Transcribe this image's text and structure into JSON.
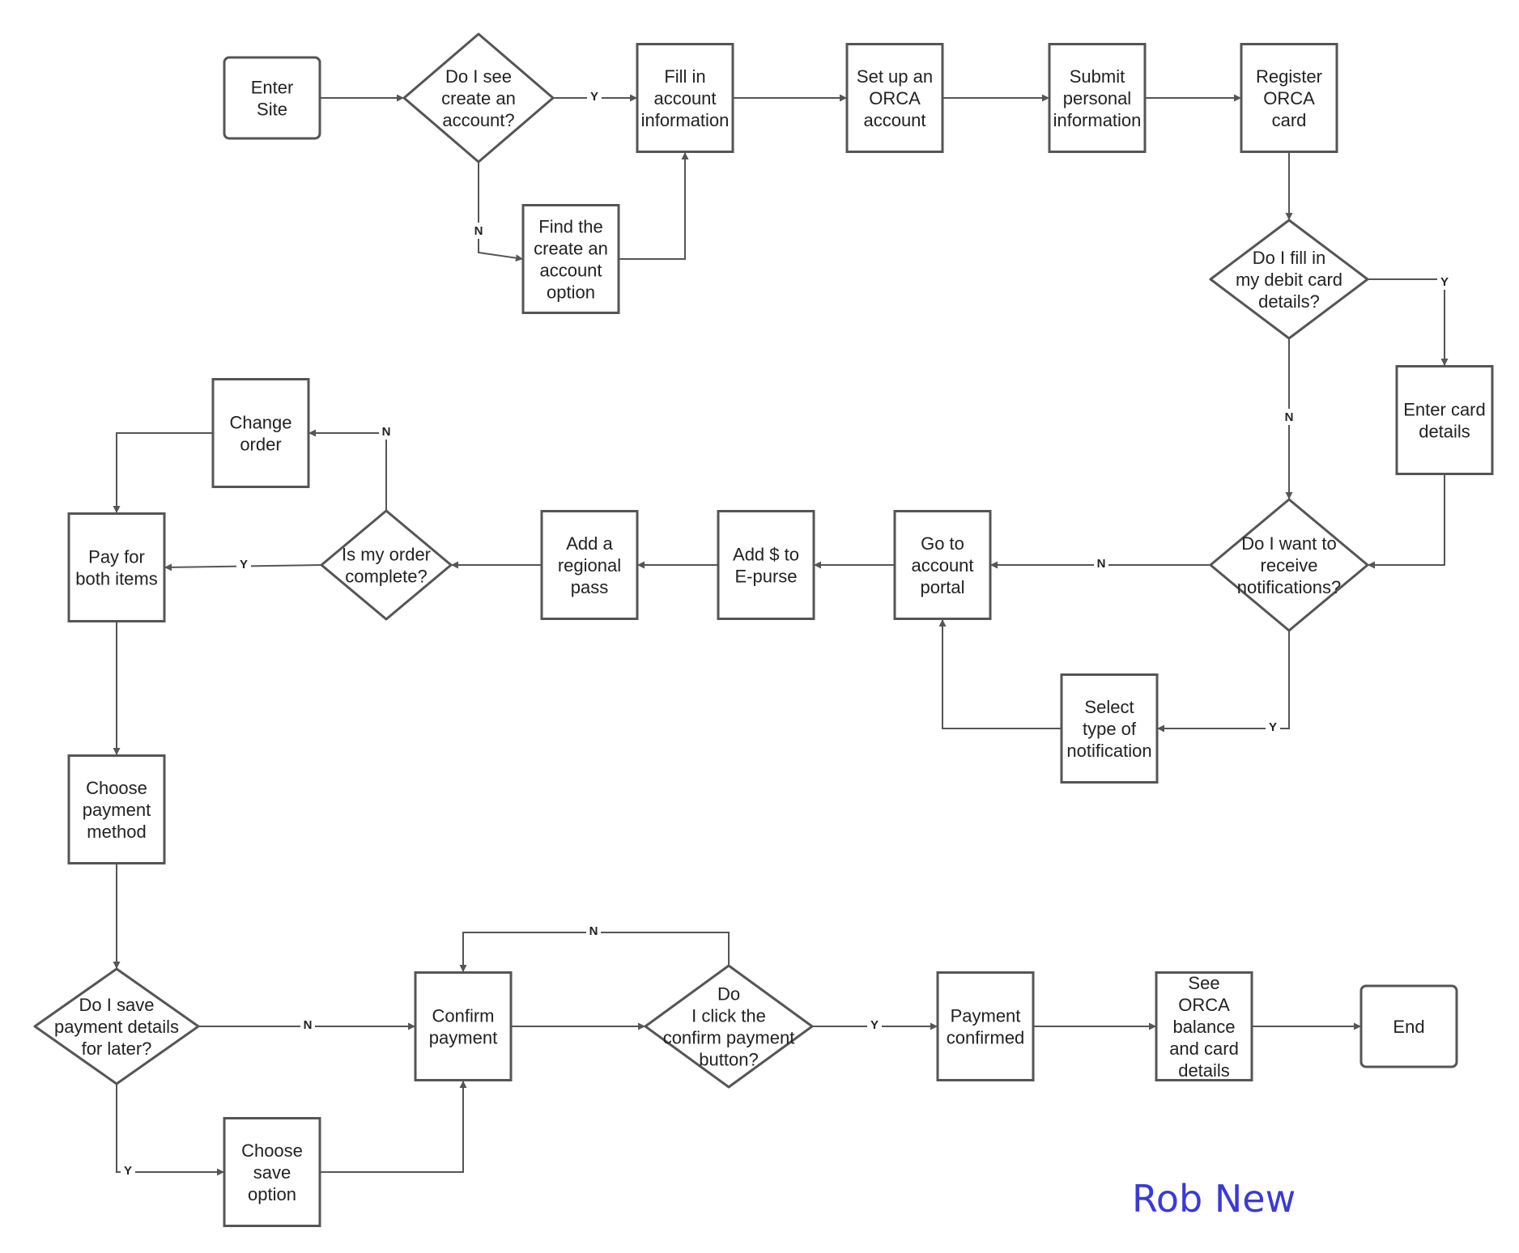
{
  "author": "Rob New",
  "colors": {
    "stroke": "#555555",
    "text": "#222222",
    "author": "#3a3ad8",
    "background": "#ffffff"
  },
  "nodes": [
    {
      "id": "enter-site",
      "shape": "rounded",
      "lines": [
        "Enter",
        "Site"
      ]
    },
    {
      "id": "q-see-create",
      "shape": "diamond",
      "lines": [
        "Do I see",
        "create an",
        "account?"
      ]
    },
    {
      "id": "fill-account-info",
      "shape": "rect",
      "lines": [
        "Fill in",
        "account",
        "information"
      ]
    },
    {
      "id": "find-create-option",
      "shape": "rect",
      "lines": [
        "Find the",
        "create an",
        "account",
        "option"
      ]
    },
    {
      "id": "set-up-orca",
      "shape": "rect",
      "lines": [
        "Set up an",
        "ORCA",
        "account"
      ]
    },
    {
      "id": "submit-personal-info",
      "shape": "rect",
      "lines": [
        "Submit",
        "personal",
        "information"
      ]
    },
    {
      "id": "register-orca-card",
      "shape": "rect",
      "lines": [
        "Register",
        "ORCA",
        "card"
      ]
    },
    {
      "id": "q-debit-card",
      "shape": "diamond",
      "lines": [
        "Do I fill in",
        "my debit card",
        "details?"
      ]
    },
    {
      "id": "enter-card-details",
      "shape": "rect",
      "lines": [
        "Enter card",
        "details"
      ]
    },
    {
      "id": "q-notifications",
      "shape": "diamond",
      "lines": [
        "Do I want to",
        "receive",
        "notifications?"
      ]
    },
    {
      "id": "select-notification-type",
      "shape": "rect",
      "lines": [
        "Select",
        "type of",
        "notification"
      ]
    },
    {
      "id": "go-account-portal",
      "shape": "rect",
      "lines": [
        "Go to",
        "account",
        "portal"
      ]
    },
    {
      "id": "add-epurse",
      "shape": "rect",
      "lines": [
        "Add $ to",
        "E-purse"
      ]
    },
    {
      "id": "add-regional-pass",
      "shape": "rect",
      "lines": [
        "Add a",
        "regional",
        "pass"
      ]
    },
    {
      "id": "q-order-complete",
      "shape": "diamond",
      "lines": [
        "Is my order",
        "complete?"
      ]
    },
    {
      "id": "change-order",
      "shape": "rect",
      "lines": [
        "Change",
        "order"
      ]
    },
    {
      "id": "pay-both-items",
      "shape": "rect",
      "lines": [
        "Pay for",
        "both items"
      ]
    },
    {
      "id": "choose-payment-method",
      "shape": "rect",
      "lines": [
        "Choose",
        "payment",
        "method"
      ]
    },
    {
      "id": "q-save-payment",
      "shape": "diamond",
      "lines": [
        "Do I save",
        "payment details",
        "for later?"
      ]
    },
    {
      "id": "choose-save-option",
      "shape": "rect",
      "lines": [
        "Choose",
        "save",
        "option"
      ]
    },
    {
      "id": "confirm-payment",
      "shape": "rect",
      "lines": [
        "Confirm",
        "payment"
      ]
    },
    {
      "id": "q-click-confirm",
      "shape": "diamond",
      "lines": [
        "Do",
        "I click the",
        "confirm payment",
        "button?"
      ]
    },
    {
      "id": "payment-confirmed",
      "shape": "rect",
      "lines": [
        "Payment",
        "confirmed"
      ]
    },
    {
      "id": "see-orca-balance",
      "shape": "rect",
      "lines": [
        "See",
        "ORCA",
        "balance",
        "and card",
        "details"
      ]
    },
    {
      "id": "end",
      "shape": "rounded",
      "lines": [
        "End"
      ]
    }
  ],
  "edges": [
    {
      "from": "enter-site",
      "to": "q-see-create",
      "label": ""
    },
    {
      "from": "q-see-create",
      "to": "fill-account-info",
      "label": "Y"
    },
    {
      "from": "q-see-create",
      "to": "find-create-option",
      "label": "N"
    },
    {
      "from": "find-create-option",
      "to": "fill-account-info",
      "label": ""
    },
    {
      "from": "fill-account-info",
      "to": "set-up-orca",
      "label": ""
    },
    {
      "from": "set-up-orca",
      "to": "submit-personal-info",
      "label": ""
    },
    {
      "from": "submit-personal-info",
      "to": "register-orca-card",
      "label": ""
    },
    {
      "from": "register-orca-card",
      "to": "q-debit-card",
      "label": ""
    },
    {
      "from": "q-debit-card",
      "to": "enter-card-details",
      "label": "Y"
    },
    {
      "from": "q-debit-card",
      "to": "q-notifications",
      "label": "N"
    },
    {
      "from": "enter-card-details",
      "to": "q-notifications",
      "label": ""
    },
    {
      "from": "q-notifications",
      "to": "go-account-portal",
      "label": "N"
    },
    {
      "from": "q-notifications",
      "to": "select-notification-type",
      "label": "Y"
    },
    {
      "from": "select-notification-type",
      "to": "go-account-portal",
      "label": ""
    },
    {
      "from": "go-account-portal",
      "to": "add-epurse",
      "label": ""
    },
    {
      "from": "add-epurse",
      "to": "add-regional-pass",
      "label": ""
    },
    {
      "from": "add-regional-pass",
      "to": "q-order-complete",
      "label": ""
    },
    {
      "from": "q-order-complete",
      "to": "pay-both-items",
      "label": "Y"
    },
    {
      "from": "q-order-complete",
      "to": "change-order",
      "label": "N"
    },
    {
      "from": "change-order",
      "to": "pay-both-items",
      "label": ""
    },
    {
      "from": "pay-both-items",
      "to": "choose-payment-method",
      "label": ""
    },
    {
      "from": "choose-payment-method",
      "to": "q-save-payment",
      "label": ""
    },
    {
      "from": "q-save-payment",
      "to": "confirm-payment",
      "label": "N"
    },
    {
      "from": "q-save-payment",
      "to": "choose-save-option",
      "label": "Y"
    },
    {
      "from": "choose-save-option",
      "to": "confirm-payment",
      "label": ""
    },
    {
      "from": "confirm-payment",
      "to": "q-click-confirm",
      "label": ""
    },
    {
      "from": "q-click-confirm",
      "to": "payment-confirmed",
      "label": "Y"
    },
    {
      "from": "q-click-confirm",
      "to": "confirm-payment",
      "label": "N"
    },
    {
      "from": "payment-confirmed",
      "to": "see-orca-balance",
      "label": ""
    },
    {
      "from": "see-orca-balance",
      "to": "end",
      "label": ""
    }
  ]
}
